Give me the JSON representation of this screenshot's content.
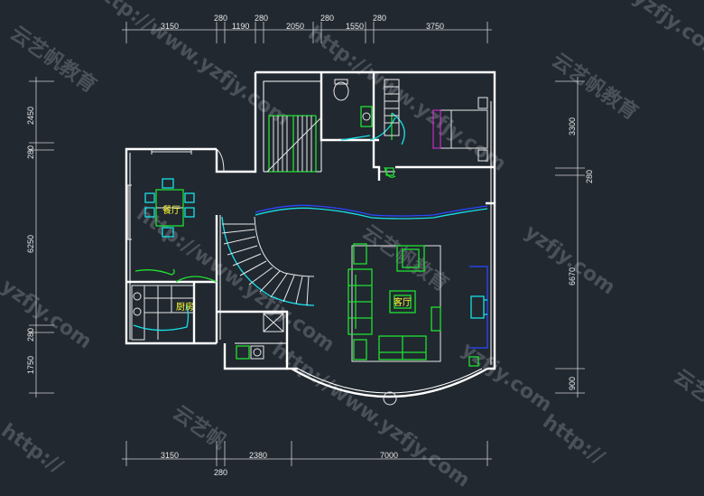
{
  "dimensions": {
    "top": [
      "3150",
      "280",
      "1190",
      "280",
      "2050",
      "280",
      "1550",
      "280",
      "3750"
    ],
    "bottom": [
      "3150",
      "280",
      "2380",
      "7000"
    ],
    "left": [
      "2450",
      "280",
      "6250",
      "280",
      "1750"
    ],
    "right": [
      "3300",
      "280",
      "6670",
      "900"
    ]
  },
  "rooms": {
    "dining": "餐厅",
    "kitchen": "厨房",
    "living": "客厅"
  },
  "watermarks": {
    "brand": "云艺帆教育",
    "url": "http://www.yzfjy.com",
    "url_short": "yzfjy.com",
    "url_prefix": "http://",
    "brand_short": "云艺帆"
  },
  "colors": {
    "background": "#212830",
    "wall": "#ffffff",
    "furniture_green": "#20e030",
    "furniture_cyan": "#18e0e8",
    "railing_blue": "#2848ff",
    "room_label": "#ffff33"
  }
}
